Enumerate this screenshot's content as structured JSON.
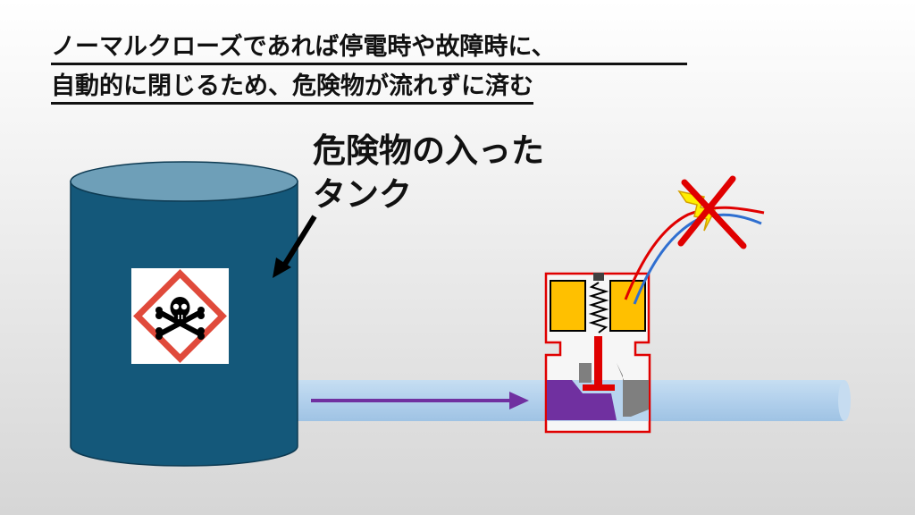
{
  "heading": {
    "line1": "ノーマルクローズであれば停電時や故障時に、",
    "line2": "自動的に閉じるため、危険物が流れずに済む"
  },
  "tank": {
    "label_line1": "危険物の入った",
    "label_line2": "タンク",
    "body_color": "#14587a",
    "top_color": "#6e9fb8",
    "hazard_symbol": "skull-crossbones-icon"
  },
  "pipe": {
    "color": "#b3d1ec",
    "flow_arrow_color": "#7030a0"
  },
  "valve": {
    "type": "normally-closed solenoid valve",
    "state": "closed",
    "coil_color": "#ffc000",
    "outline_color": "#e00000",
    "body_color": "#808080",
    "plug_color": "#7030a0"
  },
  "power": {
    "status": "cut",
    "lightning_icon": "lightning-bolt-icon",
    "cut_icon": "red-x-icon",
    "wire_colors": [
      "#e00000",
      "#2f6fd0"
    ]
  }
}
